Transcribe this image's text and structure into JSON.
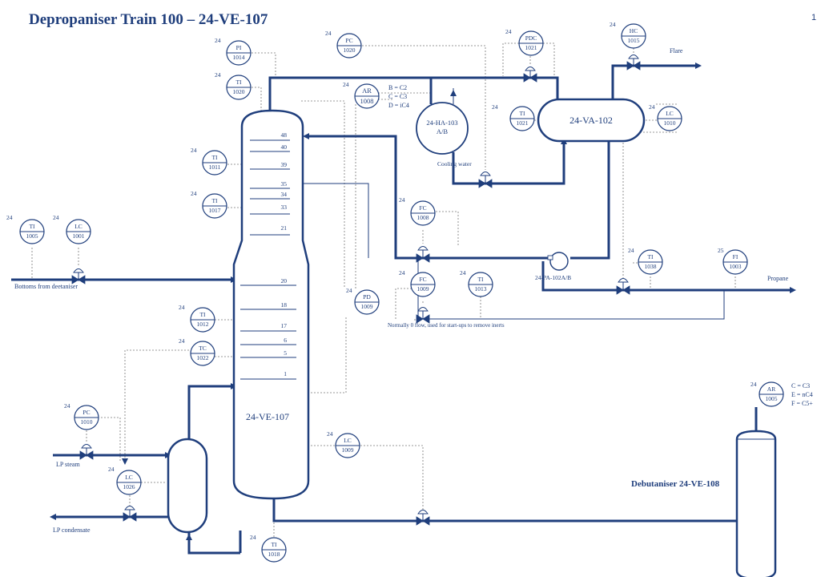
{
  "title": "Depropaniser Train 100 – 24-VE-107",
  "page_number": "1",
  "equipment": {
    "column": "24-VE-107",
    "overhead_exchanger": "24-HA-103",
    "overhead_exchanger_sub": "A/B",
    "reflux_drum": "24-VA-102",
    "pump": "24-PA-102A/B",
    "debutaniser": "Debutaniser 24-VE-108"
  },
  "streams": {
    "bottoms_feed": "Bottoms from deetaniser",
    "flare": "Flare",
    "propane": "Propane",
    "lp_steam": "LP steam",
    "lp_condensate": "LP condensate",
    "cooling_water": "Cooling water",
    "note_normally_no_flow": "Normally 0 flow, used for start-ups to remove inerts"
  },
  "analyser_notes": {
    "ar1008": [
      "B = C2",
      "C = C3",
      "D = iC4"
    ],
    "ar1005": [
      "C = C3",
      "E = nC4",
      "F = C5+"
    ]
  },
  "trays": [
    "48",
    "40",
    "39",
    "35",
    "34",
    "33",
    "21",
    "20",
    "18",
    "17",
    "6",
    "5",
    "1"
  ],
  "instruments": [
    {
      "id": "pi1014",
      "area": "24",
      "type": "PI",
      "num": "1014"
    },
    {
      "id": "ti1020",
      "area": "24",
      "type": "TI",
      "num": "1020"
    },
    {
      "id": "pc1020",
      "area": "24",
      "type": "PC",
      "num": "1020"
    },
    {
      "id": "ar1008",
      "area": "24",
      "type": "AR",
      "num": "1008"
    },
    {
      "id": "pdc1021",
      "area": "24",
      "type": "PDC",
      "num": "1021"
    },
    {
      "id": "hc1015",
      "area": "24",
      "type": "HC",
      "num": "1015"
    },
    {
      "id": "ti1021",
      "area": "24",
      "type": "TI",
      "num": "1021"
    },
    {
      "id": "lc1010",
      "area": "24",
      "type": "LC",
      "num": "1010"
    },
    {
      "id": "ti1011",
      "area": "24",
      "type": "TI",
      "num": "1011"
    },
    {
      "id": "ti1017",
      "area": "24",
      "type": "TI",
      "num": "1017"
    },
    {
      "id": "ti1005",
      "area": "24",
      "type": "TI",
      "num": "1005"
    },
    {
      "id": "lc1001",
      "area": "24",
      "type": "LC",
      "num": "1001"
    },
    {
      "id": "fc1008",
      "area": "24",
      "type": "FC",
      "num": "1008"
    },
    {
      "id": "ti1038",
      "area": "24",
      "type": "TI",
      "num": "1038"
    },
    {
      "id": "fi1003",
      "area": "25",
      "type": "FI",
      "num": "1003"
    },
    {
      "id": "fc1009",
      "area": "24",
      "type": "FC",
      "num": "1009"
    },
    {
      "id": "ti1013",
      "area": "24",
      "type": "TI",
      "num": "1013"
    },
    {
      "id": "pd1009",
      "area": "24",
      "type": "PD",
      "num": "1009"
    },
    {
      "id": "ti1012",
      "area": "24",
      "type": "TI",
      "num": "1012"
    },
    {
      "id": "tc1022",
      "area": "24",
      "type": "TC",
      "num": "1022"
    },
    {
      "id": "pc1010",
      "area": "24",
      "type": "PC",
      "num": "1010"
    },
    {
      "id": "lc1026",
      "area": "24",
      "type": "LC",
      "num": "1026"
    },
    {
      "id": "lc1009",
      "area": "24",
      "type": "LC",
      "num": "1009"
    },
    {
      "id": "ti1018",
      "area": "24",
      "type": "TI",
      "num": "1018"
    },
    {
      "id": "ar1005",
      "area": "24",
      "type": "AR",
      "num": "1005"
    }
  ]
}
